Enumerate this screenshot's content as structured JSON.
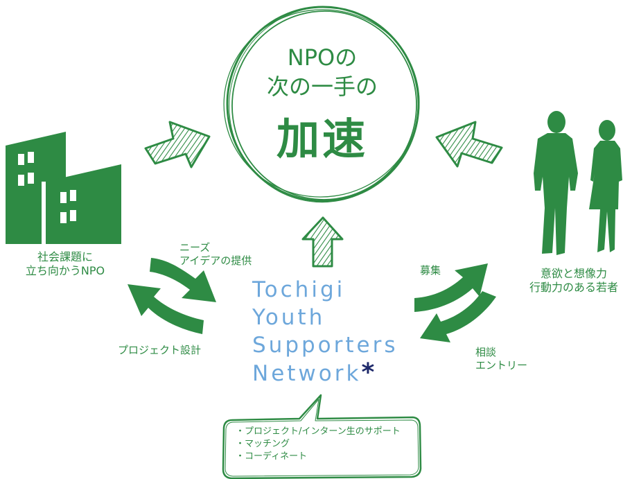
{
  "center": {
    "line1": "NPOの",
    "line2": "次の一手の",
    "line3": "加速"
  },
  "left_label": {
    "line1": "社会課題に",
    "line2": "立ち向かうNPO"
  },
  "right_label": {
    "line1": "意欲と想像力",
    "line2": "行動力のある若者"
  },
  "flows": {
    "needs": {
      "line1": "ニーズ",
      "line2": "アイデアの提供"
    },
    "project_design": "プロジェクト設計",
    "recruit": "募集",
    "consult": {
      "line1": "相談",
      "line2": "エントリー"
    }
  },
  "org": {
    "line1": "Tochigi",
    "line2": "Youth",
    "line3": "Supporters",
    "line4": "Network",
    "mark": "*"
  },
  "bubble": {
    "items": [
      "・プロジェクト/インターン生のサポート",
      "・マッチング",
      "・コーディネート"
    ]
  },
  "colors": {
    "green": "#2e8b44",
    "light_blue": "#6da7db",
    "navy": "#1f2a6b",
    "background": "#ffffff"
  },
  "icons": {
    "center_circle": "hand-drawn-circle-icon",
    "building": "building-icon",
    "people": "man-woman-silhouette-icon",
    "arrows": "hand-drawn-arrow-icon",
    "curved_arrows": "curved-arrow-icon",
    "bubble": "speech-bubble-icon"
  }
}
